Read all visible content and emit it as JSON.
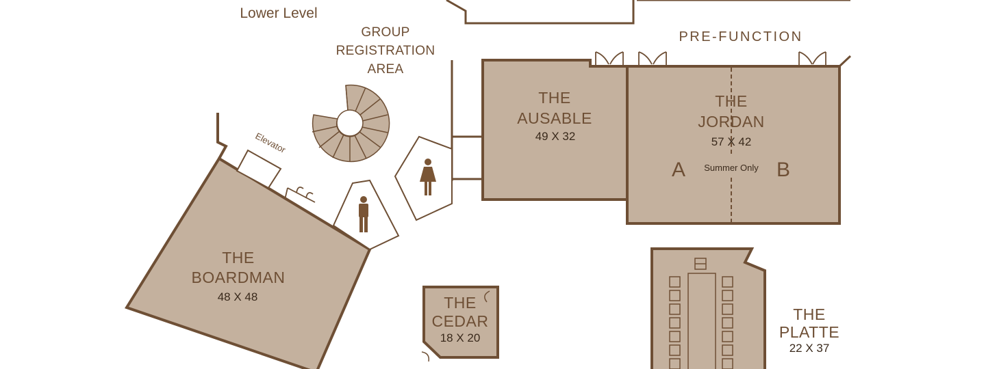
{
  "map": {
    "level_label": "Lower Level",
    "pre_function_label": "PRE-FUNCTION",
    "group_registration": {
      "line1": "GROUP",
      "line2": "REGISTRATION",
      "line3": "AREA"
    },
    "elevator_label": "Elevator",
    "rooms": {
      "boardman": {
        "name1": "THE",
        "name2": "BOARDMAN",
        "size": "48 X 48"
      },
      "ausable": {
        "name1": "THE",
        "name2": "AUSABLE",
        "size": "49 X 32"
      },
      "jordan": {
        "name1": "THE",
        "name2": "JORDAN",
        "size": "57 X 42",
        "section_a": "A",
        "section_b": "B",
        "divider_note": "Summer Only"
      },
      "cedar": {
        "name1": "THE",
        "name2": "CEDAR",
        "size": "18 X 20"
      },
      "platte": {
        "name1": "THE",
        "name2": "PLATTE",
        "size": "22 X 37"
      }
    },
    "icons": {
      "womens_restroom": "womens-restroom-icon",
      "mens_restroom": "mens-restroom-icon",
      "staircase": "spiral-staircase-icon",
      "door": "door-icon"
    },
    "colors": {
      "room_fill": "#c4b19e",
      "wall": "#6e4f35",
      "text": "#6e4f35",
      "size_text": "#3a2a1c",
      "background": "#ffffff"
    }
  }
}
